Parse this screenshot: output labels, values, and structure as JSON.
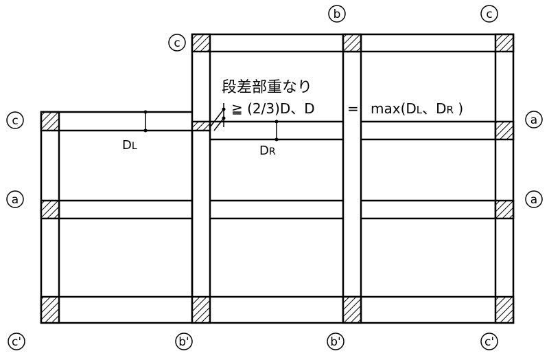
{
  "annotation": {
    "title": "段差部重なり",
    "formula_prefix": "≧ (2/3)D、D",
    "formula_eq": "=",
    "formula_rest": "max(D",
    "sub_l": "L",
    "sep": "、D",
    "sub_r": "R",
    "close": " )"
  },
  "dims": {
    "dl_main": "D",
    "dl_sub": "L",
    "dr_main": "D",
    "dr_sub": "R"
  },
  "markers": {
    "top_c_mid": "c",
    "top_b": "b",
    "top_c_right": "c",
    "left_c": "c",
    "left_a": "a",
    "right_a_upper": "a",
    "right_a_lower": "a",
    "bottom_c_left": "c'",
    "bottom_b_left": "b'",
    "bottom_b_right": "b'",
    "bottom_c_right": "c'"
  }
}
